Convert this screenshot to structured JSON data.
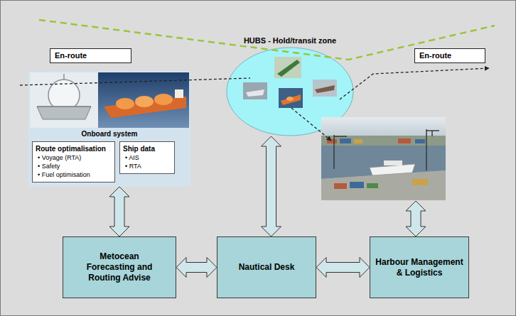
{
  "diagram": {
    "nodes": [
      {
        "text": [
          "En-route"
        ]
      },
      {
        "text": [
          "HUBS - Hold/transit zone"
        ]
      },
      {
        "text": [
          "En-route"
        ]
      },
      {
        "text": [
          "Onboard system"
        ]
      },
      {
        "text": [
          "Route optimalisation",
          "• Voyage (RTA)",
          "• Safety",
          "• Fuel optimisation"
        ],
        "in": 3
      },
      {
        "text": [
          "Ship data",
          "• AIS",
          "• RTA"
        ],
        "in": 3
      },
      {
        "text": [
          "Metocean Forecasting and Routing Advise"
        ]
      },
      {
        "text": [
          "Nautical Desk"
        ]
      },
      {
        "text": [
          "Harbour Management & Logistics"
        ]
      }
    ],
    "edges": [
      {
        "from": 3,
        "to": 6,
        "arrow": "both"
      },
      {
        "from": 1,
        "to": 7,
        "arrow": "both"
      },
      {
        "from": 6,
        "to": 7,
        "arrow": "both"
      },
      {
        "from": 7,
        "to": 8,
        "arrow": "both"
      }
    ]
  }
}
